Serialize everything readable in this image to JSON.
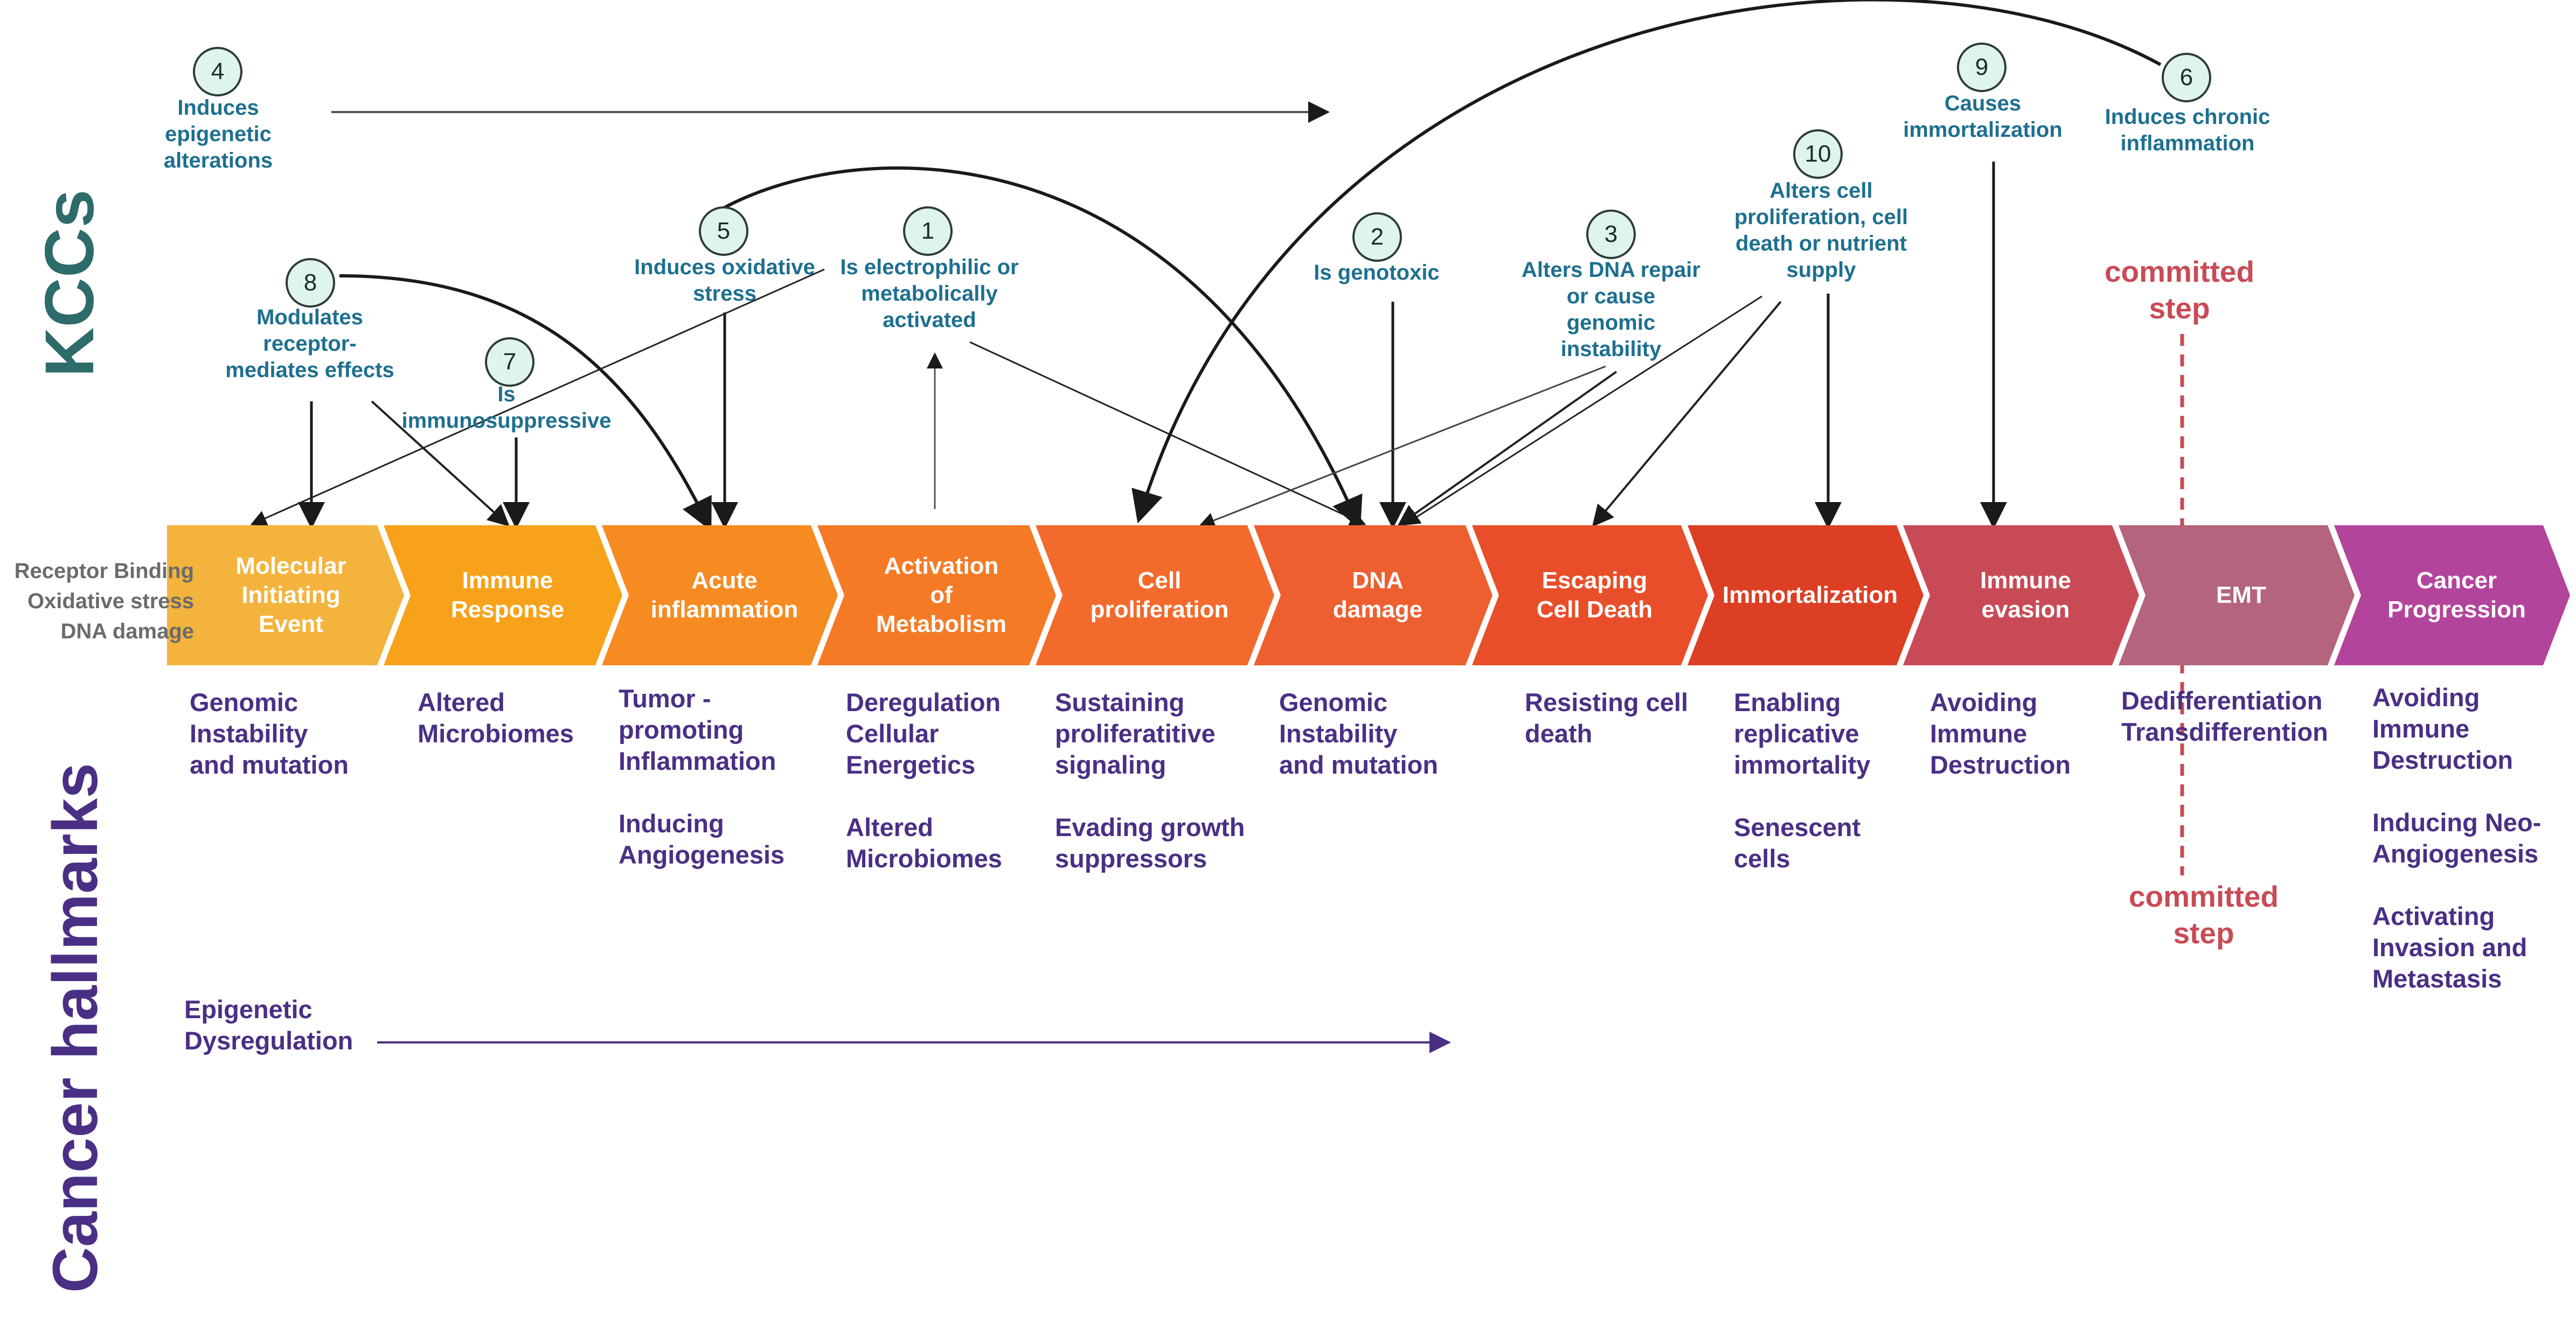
{
  "section_titles": {
    "kccs": "KCCs",
    "hallmarks": "Cancer hallmarks"
  },
  "inputs": "Receptor Binding\nOxidative stress\nDNA damage",
  "kccs": [
    {
      "num": "4",
      "label": "Induces\nepigenetic\nalterations"
    },
    {
      "num": "8",
      "label": "Modulates\nreceptor-\nmediates effects"
    },
    {
      "num": "7",
      "label": "Is\nimmunosuppressive"
    },
    {
      "num": "5",
      "label": "Induces oxidative\nstress"
    },
    {
      "num": "1",
      "label": "Is electrophilic or\nmetabolically\nactivated"
    },
    {
      "num": "2",
      "label": "Is genotoxic"
    },
    {
      "num": "3",
      "label": "Alters DNA repair\nor cause\ngenomic\ninstability"
    },
    {
      "num": "10",
      "label": "Alters cell\nproliferation, cell\ndeath or nutrient\nsupply"
    },
    {
      "num": "9",
      "label": "Causes\nimmortalization"
    },
    {
      "num": "6",
      "label": "Induces chronic\ninflammation"
    }
  ],
  "stages": [
    {
      "label": "Molecular\nInitiating\nEvent",
      "color": "#f3b33d"
    },
    {
      "label": "Immune\nResponse",
      "color": "#f7a21a"
    },
    {
      "label": "Acute\ninflammation",
      "color": "#f68b22"
    },
    {
      "label": "Activation\nof\nMetabolism",
      "color": "#f47a26"
    },
    {
      "label": "Cell\nproliferation",
      "color": "#f26a2c"
    },
    {
      "label": "DNA\ndamage",
      "color": "#ee5f30"
    },
    {
      "label": "Escaping\nCell Death",
      "color": "#e84e29"
    },
    {
      "label": "Immortalization",
      "color": "#dc3f23"
    },
    {
      "label": "Immune\nevasion",
      "color": "#c94a57"
    },
    {
      "label": "EMT",
      "color": "#b4647c"
    },
    {
      "label": "Cancer\nProgression",
      "color": "#b2449c"
    }
  ],
  "hallmarks": [
    "Genomic\nInstability\nand mutation",
    "Altered\nMicrobiomes",
    "Tumor -\npromoting\nInflammation\n\nInducing\nAngiogenesis",
    "Deregulation\nCellular\nEnergetics\n\nAltered\nMicrobiomes",
    "Sustaining\nproliferatitive\nsignaling\n\nEvading growth\nsuppressors",
    "Genomic\nInstability\nand mutation",
    "Resisting cell\ndeath",
    "Enabling\nreplicative\nimmortality\n\nSenescent\ncells",
    "Avoiding\nImmune\nDestruction",
    "Dedifferentiation\nTransdifferention",
    "Avoiding\nImmune\nDestruction\n\nInducing Neo-\nAngiogenesis\n\nActivating\nInvasion and\nMetastasis"
  ],
  "epigenetic": "Epigenetic\nDysregulation",
  "committed_top": "committed\nstep",
  "committed_bottom": "committed\nstep",
  "colors": {
    "kcc_title": "#2e6b6b",
    "hallmark_title": "#4a2f85",
    "kcc_label": "#1e6f8f",
    "hallmark_text": "#4a2f85",
    "committed": "#c84b55"
  }
}
